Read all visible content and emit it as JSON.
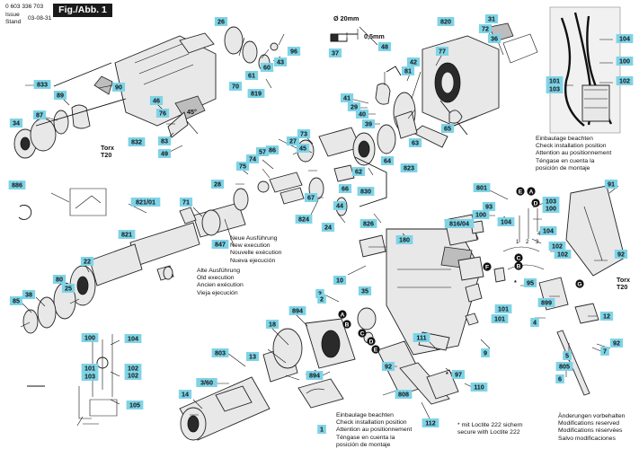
{
  "header": {
    "doc_number": "0 603 336 703",
    "issue_label": "Issue",
    "stand_label": "Stand",
    "issue_date": "03-08-31",
    "figure_label": "Fig./Abb. 1"
  },
  "callouts": {
    "dim_width": "Ø 20mm",
    "dim_depth": "0,5mm",
    "angle": "45°",
    "torx_main": [
      "Torx",
      "T20"
    ],
    "torx_side": [
      "Torx",
      "T20"
    ],
    "loctite": "* mit Loctite 222 sichern",
    "loctite_en": "secure with Loctite 222",
    "star_95": "*",
    "star_97": "*",
    "wire_labels": [
      "E",
      "A",
      "D",
      "F",
      "B",
      "C",
      "G"
    ],
    "pin_numbers": [
      "1",
      "2",
      "3",
      "4",
      "5"
    ]
  },
  "notes": {
    "execution_new": [
      "Neue Ausführung",
      "New execution",
      "Nouvelle exécution",
      "Nueva ejecución"
    ],
    "execution_old": [
      "Alte Ausführung",
      "Old execution",
      "Ancien exécution",
      "Vieja ejecución"
    ],
    "install_top": [
      "Einbaulage beachten",
      "Check installation position",
      "Attention au positionnement",
      "Téngase en cuenta la",
      "posición de montaje"
    ],
    "install_bottom": [
      "Einbaulage beachten",
      "Check installation position",
      "Attention au positionnement",
      "Téngase en cuenta la",
      "posición de montaje"
    ],
    "modifications": [
      "Änderungen vorbehalten",
      "Modifications reserved",
      "Modifications réservées",
      "Salvo modificaciones"
    ]
  },
  "part_numbers": [
    "833",
    "89",
    "87",
    "34",
    "90",
    "46",
    "76",
    "832",
    "83",
    "49",
    "26",
    "70",
    "61",
    "60",
    "819",
    "43",
    "96",
    "37",
    "820",
    "31",
    "72",
    "36",
    "42",
    "81",
    "77",
    "48",
    "41",
    "29",
    "40",
    "39",
    "65",
    "63",
    "823",
    "27",
    "73",
    "45",
    "64",
    "62",
    "830",
    "75",
    "74",
    "57",
    "86",
    "28",
    "67",
    "66",
    "44",
    "24",
    "824",
    "826",
    "71",
    "821",
    "821/01",
    "847",
    "886",
    "801",
    "93",
    "816/04",
    "100",
    "104",
    "103",
    "91",
    "180",
    "10",
    "102",
    "95",
    "899",
    "85",
    "38",
    "80",
    "25",
    "22",
    "35",
    "2",
    "894",
    "18",
    "4",
    "12",
    "7",
    "92",
    "5",
    "805",
    "6",
    "803",
    "13",
    "3/60",
    "14",
    "105",
    "111",
    "9",
    "808",
    "110",
    "97",
    "112",
    "1",
    "101"
  ]
}
